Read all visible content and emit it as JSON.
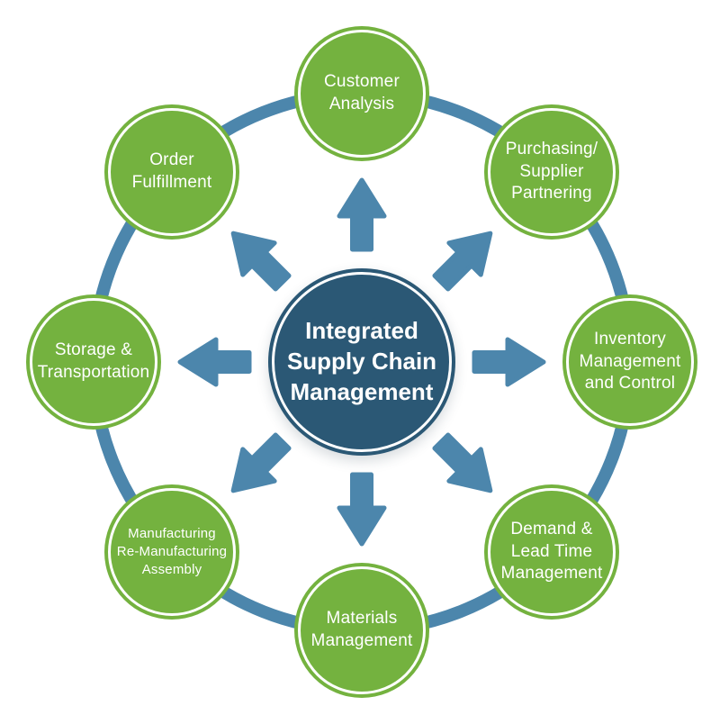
{
  "theme": {
    "colors": {
      "green": "#74b23f",
      "blue": "#4c86ac",
      "navy": "#2b5875",
      "text": "#ffffff"
    }
  },
  "diagram": {
    "center": {
      "label": "Integrated\nSupply Chain\nManagement"
    },
    "nodes": [
      {
        "id": "customer-analysis",
        "label": "Customer\nAnalysis"
      },
      {
        "id": "purchasing-supplier-partnering",
        "label": "Purchasing/\nSupplier\nPartnering"
      },
      {
        "id": "inventory-management-and-control",
        "label": "Inventory\nManagement\nand Control"
      },
      {
        "id": "demand-lead-time-management",
        "label": "Demand &\nLead Time\nManagement"
      },
      {
        "id": "materials-management",
        "label": "Materials\nManagement"
      },
      {
        "id": "manufacturing-remanufacturing-assembly",
        "label": "Manufacturing\nRe-Manufacturing\nAssembly"
      },
      {
        "id": "storage-transportation",
        "label": "Storage &\nTransportation"
      },
      {
        "id": "order-fulfillment",
        "label": "Order\nFulfillment"
      }
    ]
  }
}
